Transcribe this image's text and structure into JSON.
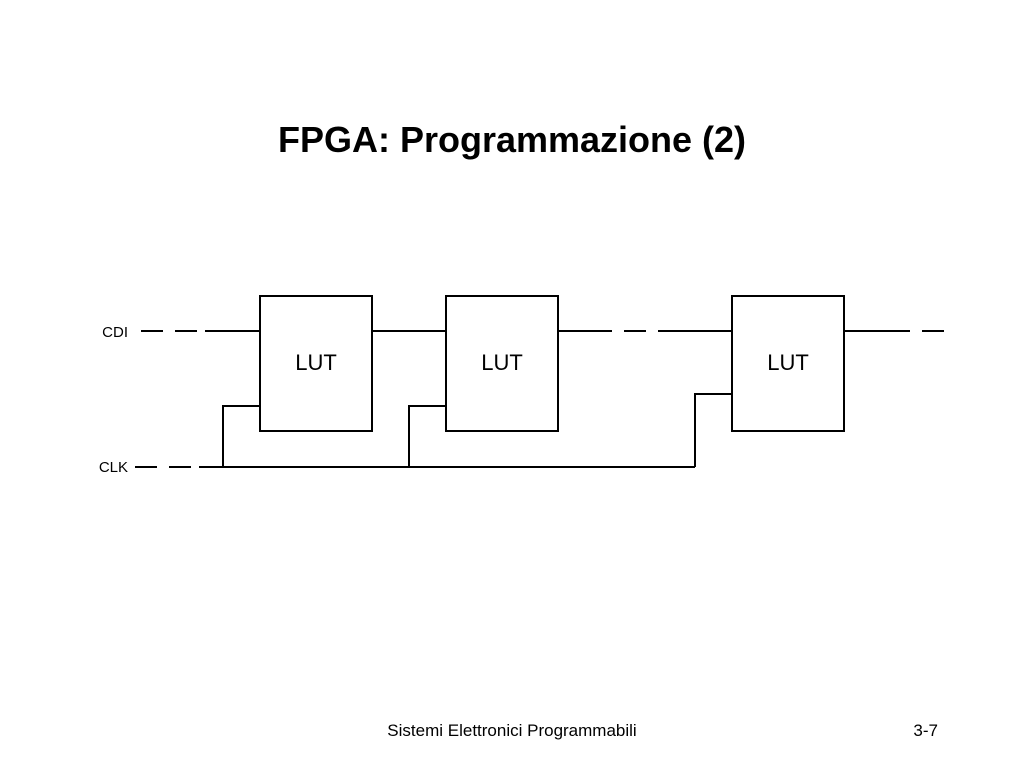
{
  "title": "FPGA: Programmazione (2)",
  "diagram": {
    "signals": {
      "cdi": "CDI",
      "clk": "CLK"
    },
    "blocks": [
      {
        "label": "LUT"
      },
      {
        "label": "LUT"
      },
      {
        "label": "LUT"
      }
    ]
  },
  "footer": {
    "course": "Sistemi Elettronici Programmabili",
    "page": "3-7"
  }
}
